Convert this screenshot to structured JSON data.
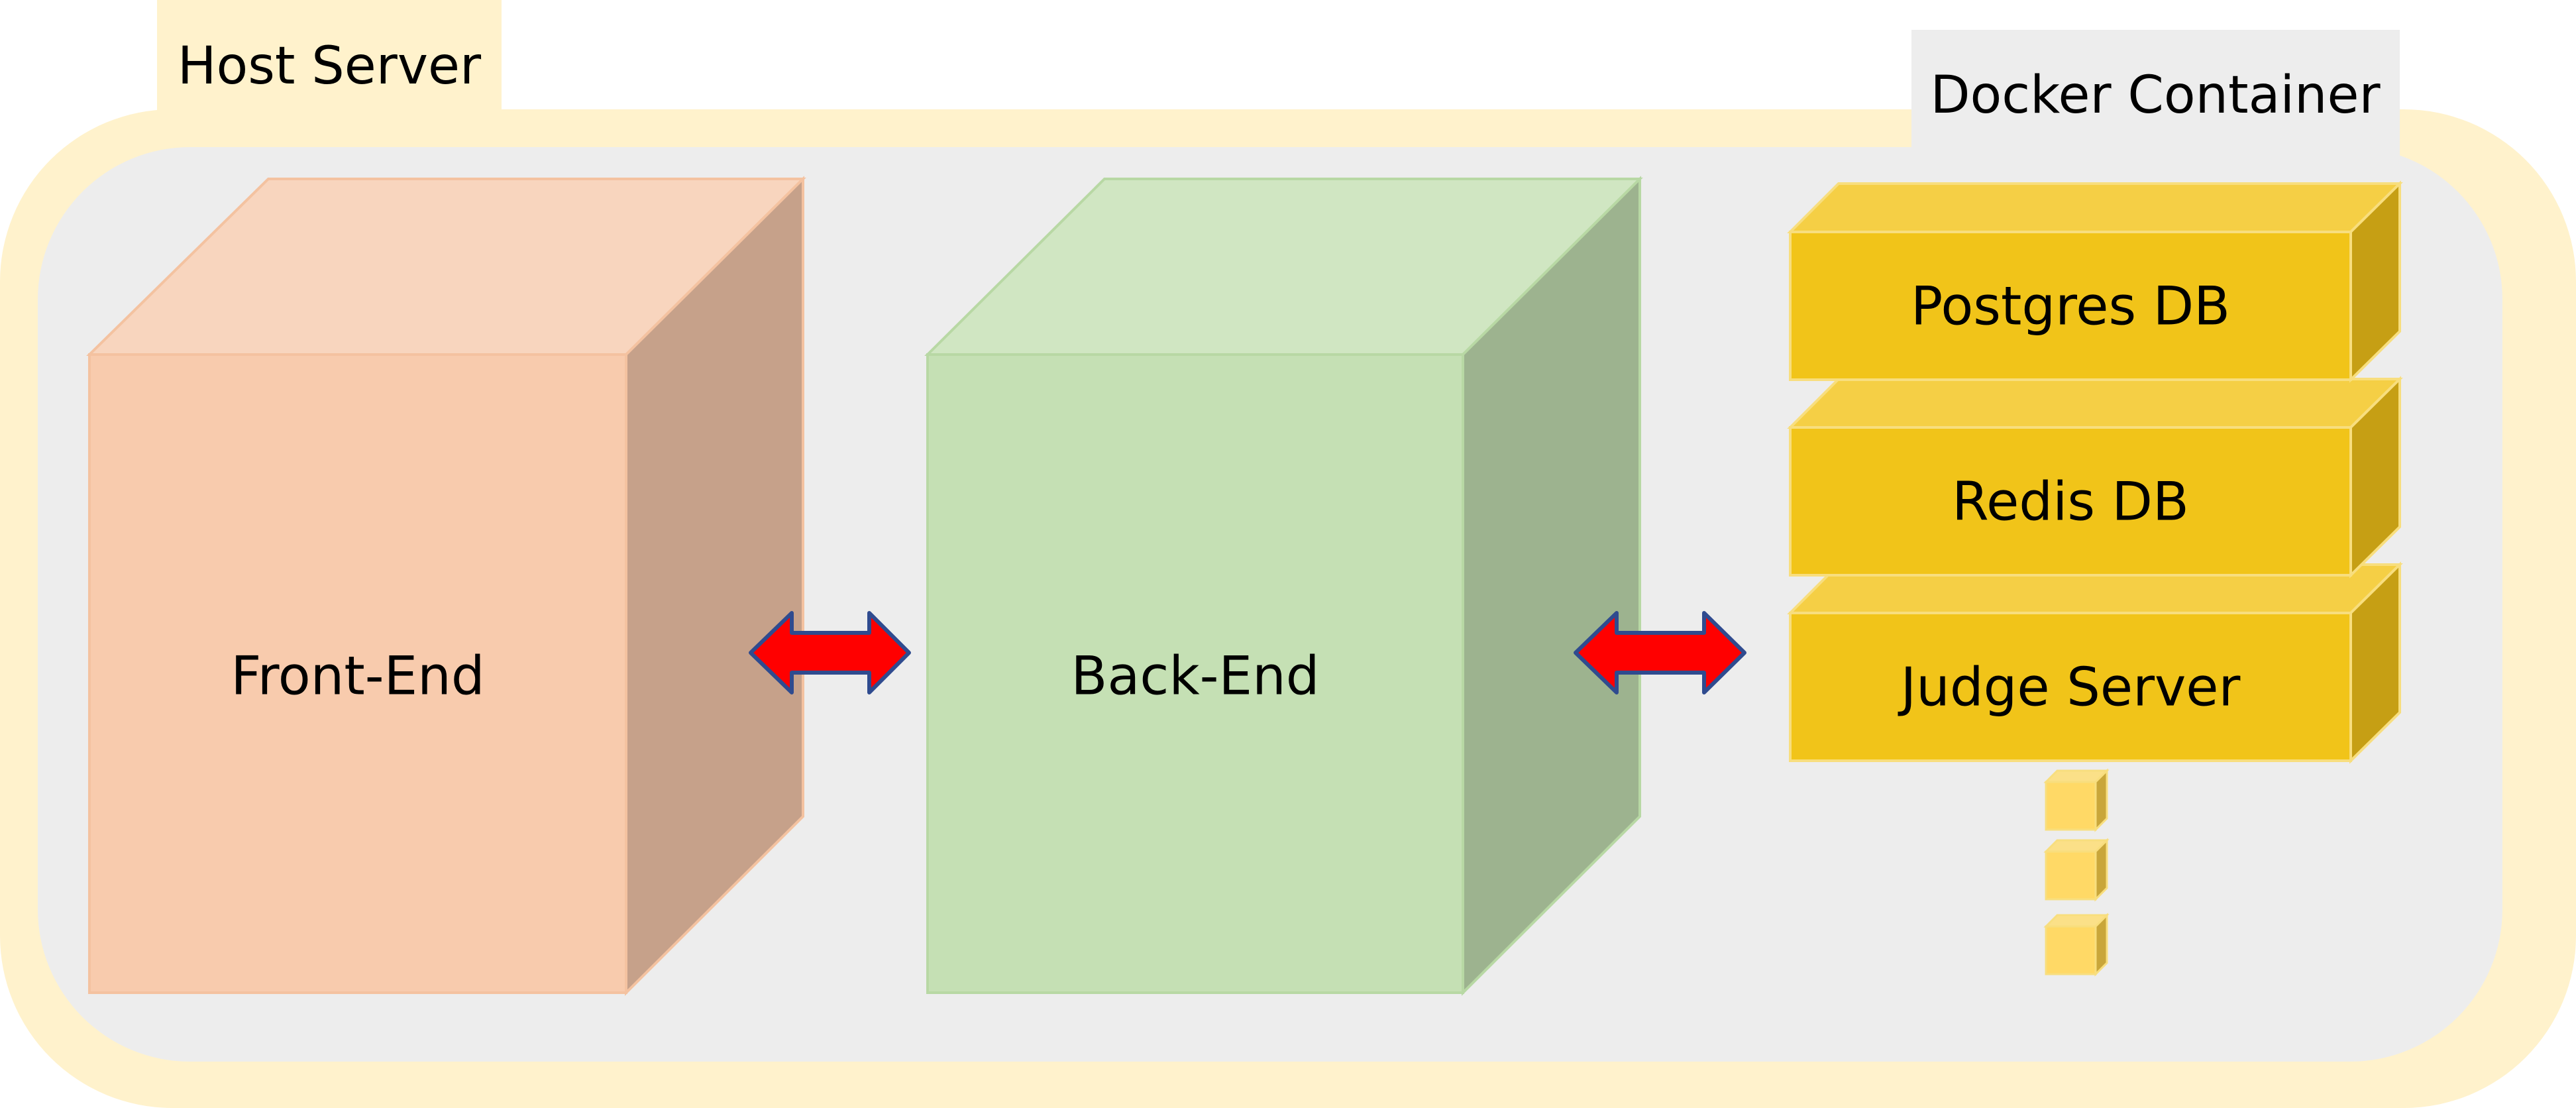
{
  "host": {
    "label": "Host Server"
  },
  "container": {
    "label": "Docker Container"
  },
  "frontend": {
    "label": "Front-End"
  },
  "backend": {
    "label": "Back-End"
  },
  "services": [
    {
      "label": "Postgres DB"
    },
    {
      "label": "Redis DB"
    },
    {
      "label": "Judge Server"
    }
  ],
  "colors": {
    "host_outer": "#FFF2CC",
    "host_inner": "#EDEDED",
    "frontend_front": "#F8CBAD",
    "frontend_top": "#F8D5BE",
    "frontend_side": "#C6A18A",
    "backend_front": "#C5E0B4",
    "backend_top": "#D0E6C2",
    "backend_side": "#9DB38F",
    "service_front": "#F1C419",
    "service_top": "#F5CF45",
    "service_side": "#C69F14",
    "arrow_fill": "#FF0000",
    "arrow_stroke": "#2F4B8F"
  },
  "icons": {
    "arrow": "double-headed-arrow-icon",
    "ellipsis": "vertical-ellipsis-cubes-icon"
  }
}
